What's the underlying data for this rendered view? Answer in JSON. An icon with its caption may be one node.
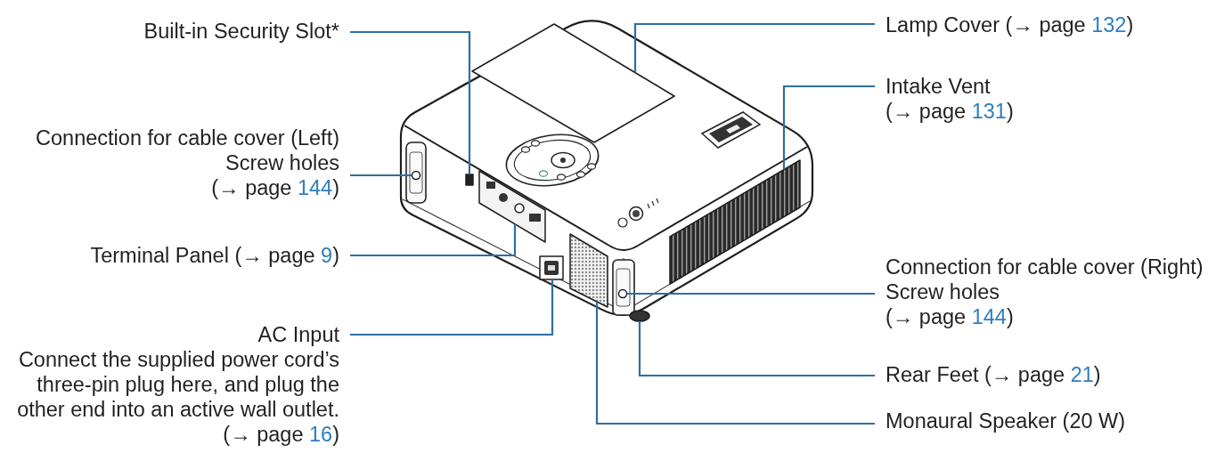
{
  "diagram": {
    "nodes": [
      {
        "text": [
          "Built-in Security Slot*"
        ]
      },
      {
        "text": [
          "Connection for cable cover (Left)",
          "Screw holes (→ page 144)"
        ]
      },
      {
        "text": [
          "Terminal Panel (→ page 9)"
        ]
      },
      {
        "text": [
          "AC Input",
          "Connect the supplied power cord’s three-pin plug here, and plug the other end into an active wall outlet. (→ page 16)"
        ]
      },
      {
        "text": [
          "Lamp Cover (→ page 132)"
        ]
      },
      {
        "text": [
          "Intake Vent (→ page 131)"
        ]
      },
      {
        "text": [
          "Connection for cable cover (Right)",
          "Screw holes (→ page 144)"
        ]
      },
      {
        "text": [
          "Rear Feet (→ page 21)"
        ]
      },
      {
        "text": [
          "Monaural Speaker (20 W)"
        ]
      },
      {
        "text": [],
        "shape": "box"
      },
      {
        "text": [],
        "shape": "circle"
      },
      {
        "text": [],
        "shape": "box"
      },
      {
        "text": [],
        "shape": "box"
      },
      {
        "text": [],
        "shape": "box"
      },
      {
        "text": [],
        "shape": "box"
      },
      {
        "text": [],
        "shape": "circle"
      },
      {
        "text": [],
        "shape": "circle"
      },
      {
        "text": [],
        "shape": "box"
      }
    ],
    "edges": [
      {
        "from": 0,
        "to": 9,
        "arrow": "none"
      },
      {
        "from": 1,
        "to": 10,
        "arrow": "none"
      },
      {
        "from": 2,
        "to": 11,
        "arrow": "none"
      },
      {
        "from": 3,
        "to": 12,
        "arrow": "none"
      },
      {
        "from": 4,
        "to": 13,
        "arrow": "none"
      },
      {
        "from": 5,
        "to": 14,
        "arrow": "none"
      },
      {
        "from": 6,
        "to": 15,
        "arrow": "none"
      },
      {
        "from": 7,
        "to": 16,
        "arrow": "none"
      },
      {
        "from": 8,
        "to": 17,
        "arrow": "none"
      }
    ]
  }
}
